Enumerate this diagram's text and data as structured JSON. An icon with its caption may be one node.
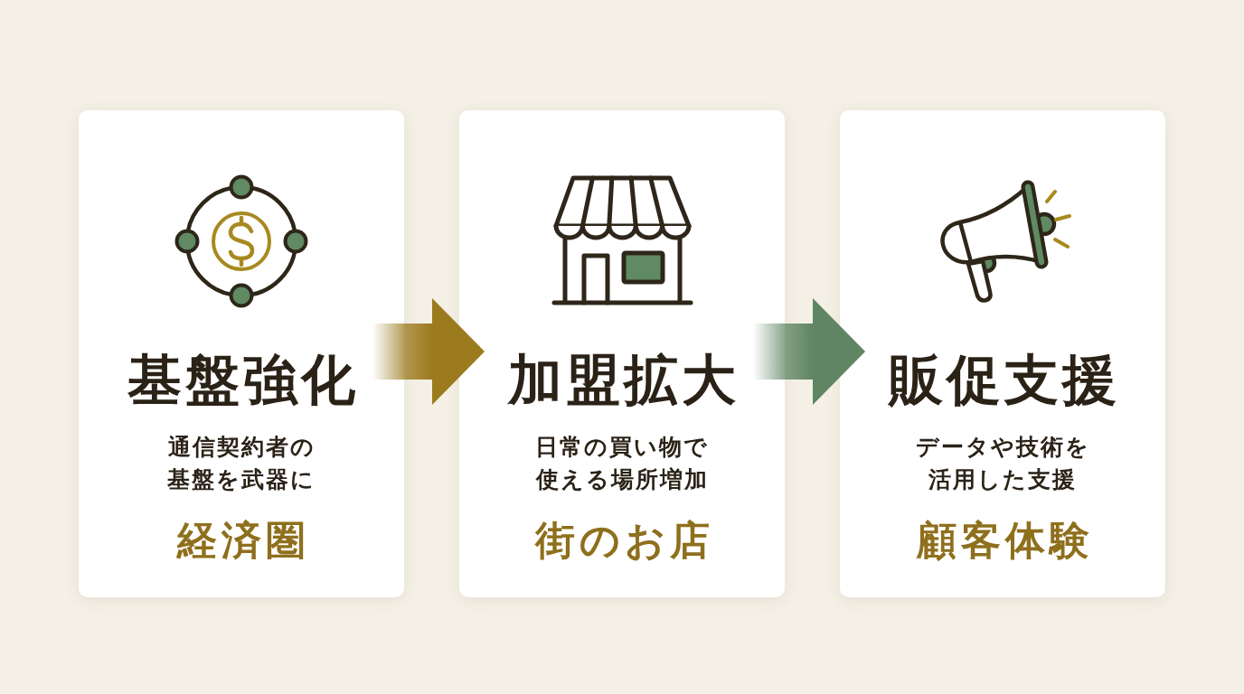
{
  "diagram": {
    "nodes": [
      {
        "text": [
          "基盤強化",
          "通信契約者の基盤を武器に",
          "経済圏"
        ]
      },
      {
        "text": [
          "加盟拡大",
          "日常の買い物で使える場所増加",
          "街のお店"
        ]
      },
      {
        "text": [
          "販促支援",
          "データや技術を活用した支援",
          "顧客体験"
        ]
      }
    ],
    "edges": [
      {
        "from": 0,
        "to": 1,
        "arrow": "to",
        "color": "#9b7b1e"
      },
      {
        "from": 1,
        "to": 2,
        "arrow": "to",
        "color": "#5f8563"
      }
    ]
  }
}
